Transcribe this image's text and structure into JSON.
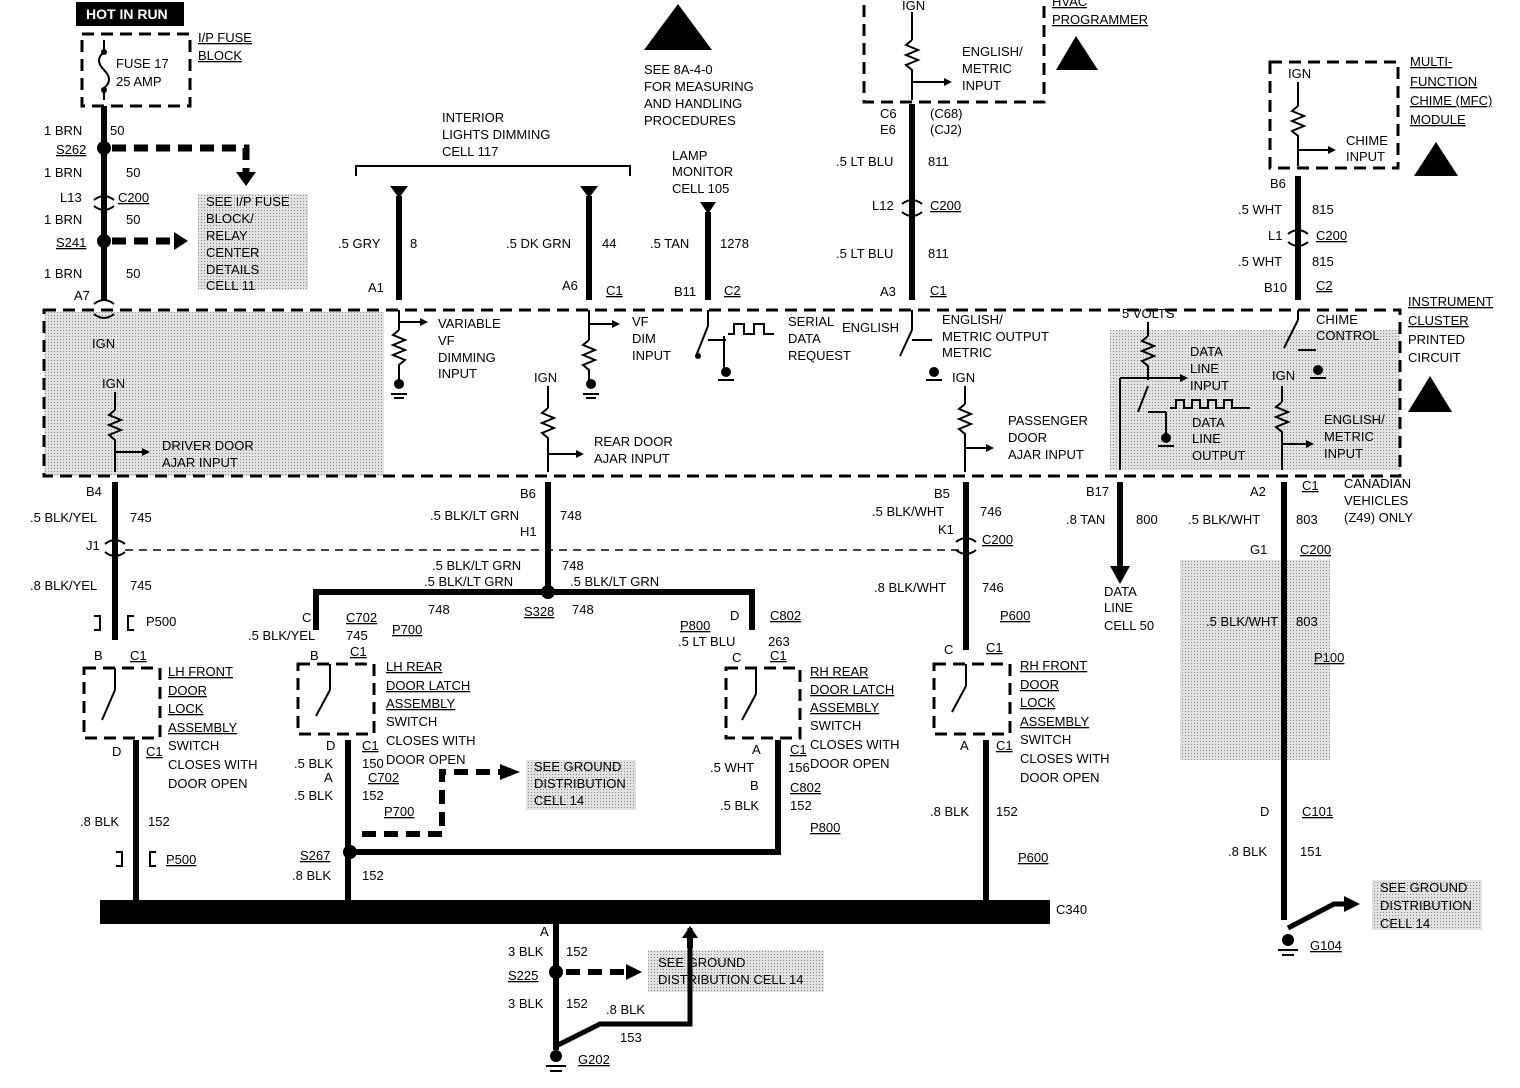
{
  "header": {
    "hot_in_run": "HOT IN RUN"
  },
  "fuse_block": {
    "title": "I/P FUSE BLOCK",
    "fuse": "FUSE 17",
    "rating": "25 AMP"
  },
  "left_feed": {
    "w1_size": "1 BRN",
    "w1_num": "50",
    "s262": "S262",
    "w2_size": "1 BRN",
    "w2_num": "50",
    "l13": "L13",
    "c200": "C200",
    "w3_size": "1 BRN",
    "w3_num": "50",
    "s241": "S241",
    "w4_size": "1 BRN",
    "w4_num": "50",
    "a7": "A7",
    "see_fuse": [
      "SEE I/P FUSE",
      "BLOCK/",
      "RELAY",
      "CENTER",
      "DETAILS",
      "CELL 11"
    ]
  },
  "dimming": {
    "title": [
      "INTERIOR",
      "LIGHTS DIMMING",
      "CELL 117"
    ],
    "w8": ".5 GRY",
    "w8_num": "8",
    "a1": "A1",
    "w44": ".5 DK GRN",
    "w44_num": "44",
    "a6": "A6",
    "c1": "C1"
  },
  "esd_note": [
    "SEE 8A-4-0",
    "FOR MEASURING",
    "AND HANDLING",
    "PROCEDURES"
  ],
  "lamp_monitor": {
    "title": [
      "LAMP",
      "MONITOR",
      "CELL 105"
    ],
    "wire": ".5 TAN",
    "num": "1278",
    "b11": "B11",
    "c2": "C2"
  },
  "hvac": {
    "title": [
      "HVAC",
      "PROGRAMMER"
    ],
    "ign": "IGN",
    "em": [
      "ENGLISH/",
      "METRIC",
      "INPUT"
    ],
    "c6": "C6",
    "e6": "E6",
    "c68": "(C68)",
    "cj2": "(CJ2)",
    "w1": ".5 LT BLU",
    "w1_num": "811",
    "l12": "L12",
    "c200": "C200",
    "w2": ".5 LT BLU",
    "w2_num": "811",
    "a3": "A3",
    "c1": "C1"
  },
  "mfc": {
    "title": [
      "MULTI-",
      "FUNCTION",
      "CHIME (MFC)",
      "MODULE"
    ],
    "ign": "IGN",
    "chime_input": [
      "CHIME",
      "INPUT"
    ],
    "b6": "B6",
    "w1": ".5 WHT",
    "w1_num": "815",
    "l1": "L1",
    "c200": "C200",
    "w2": ".5 WHT",
    "w2_num": "815",
    "b10": "B10",
    "c2": "C2"
  },
  "cluster": {
    "title": [
      "INSTRUMENT",
      "CLUSTER",
      "PRINTED",
      "CIRCUIT"
    ],
    "ign": "IGN",
    "variable_vf": [
      "VARIABLE",
      "VF",
      "DIMMING",
      "INPUT"
    ],
    "vf_dim": [
      "VF",
      "DIM",
      "INPUT"
    ],
    "serial": [
      "SERIAL",
      "DATA",
      "REQUEST"
    ],
    "english": "ENGLISH",
    "em_output": [
      "ENGLISH/",
      "METRIC OUTPUT"
    ],
    "metric": "METRIC",
    "five_volts": "5 VOLTS",
    "data_in": [
      "DATA",
      "LINE",
      "INPUT"
    ],
    "data_out": [
      "DATA",
      "LINE",
      "OUTPUT"
    ],
    "chime_control": [
      "CHIME",
      "CONTROL"
    ],
    "em_input": [
      "ENGLISH/",
      "METRIC",
      "INPUT"
    ],
    "driver_door": [
      "DRIVER DOOR",
      "AJAR INPUT"
    ],
    "rear_door": [
      "REAR DOOR",
      "AJAR INPUT"
    ],
    "pass_door": [
      "PASSENGER",
      "DOOR",
      "AJAR INPUT"
    ]
  },
  "canadian": [
    "CANADIAN",
    "VEHICLES",
    "(Z49) ONLY"
  ],
  "col_lh": {
    "b4": "B4",
    "w1": ".5 BLK/YEL",
    "n1": "745",
    "j1": "J1",
    "w2": ".8 BLK/YEL",
    "n2": "745",
    "p500": "P500",
    "b": "B",
    "c1": "C1",
    "switch": [
      "LH FRONT",
      "DOOR",
      "LOCK",
      "ASSEMBLY"
    ],
    "closes": [
      "SWITCH",
      "CLOSES WITH",
      "DOOR OPEN"
    ],
    "d": "D",
    "c1b": "C1",
    "w3": ".8 BLK",
    "n3": "152",
    "p500b": "P500"
  },
  "col_rear": {
    "b6": "B6",
    "w1": ".5 BLK/LT GRN",
    "n1": "748",
    "h1": "H1",
    "w2": ".5 BLK/LT GRN",
    "n2": "748",
    "wl": ".5 BLK/LT GRN",
    "wr": ".5 BLK/LT GRN",
    "s328": "S328",
    "n3": "748",
    "n4": "748",
    "p700": "P700",
    "p800": "P800"
  },
  "col_lhr": {
    "c": "C",
    "c702": "C702",
    "w1": ".5 BLK/YEL",
    "n1": "745",
    "b": "B",
    "c1": "C1",
    "switch": [
      "LH REAR",
      "DOOR LATCH",
      "ASSEMBLY"
    ],
    "closes": [
      "SWITCH",
      "CLOSES WITH",
      "DOOR OPEN"
    ],
    "d": "D",
    "c1b": "C1",
    "w2": ".5 BLK",
    "n2": "150",
    "a": "A",
    "c702b": "C702",
    "w3": ".5 BLK",
    "n3": "152",
    "p700": "P700",
    "s267": "S267",
    "w4": ".8 BLK",
    "n4": "152",
    "see_ground": [
      "SEE GROUND",
      "DISTRIBUTION",
      "CELL 14"
    ]
  },
  "col_rhr": {
    "d": "D",
    "c802": "C802",
    "w1": ".5 LT BLU",
    "n1": "263",
    "c": "C",
    "c1": "C1",
    "switch": [
      "RH REAR",
      "DOOR LATCH",
      "ASSEMBLY"
    ],
    "closes": [
      "SWITCH",
      "CLOSES WITH",
      "DOOR OPEN"
    ],
    "a": "A",
    "c1b": "C1",
    "w2": ".5 WHT",
    "n2": "156",
    "b": "B",
    "c802b": "C802",
    "w3": ".5 BLK",
    "n3": "152",
    "p800": "P800"
  },
  "col_rhf": {
    "b5": "B5",
    "w1": ".5 BLK/WHT",
    "n1": "746",
    "k1": "K1",
    "c200": "C200",
    "w2": ".8 BLK/WHT",
    "n2": "746",
    "p600": "P600",
    "c": "C",
    "c1": "C1",
    "switch": [
      "RH FRONT",
      "DOOR",
      "LOCK",
      "ASSEMBLY"
    ],
    "closes": [
      "SWITCH",
      "CLOSES WITH",
      "DOOR OPEN"
    ],
    "a": "A",
    "c1b": "C1",
    "w3": ".8 BLK",
    "n3": "152",
    "p600b": "P600"
  },
  "col_data": {
    "b17": "B17",
    "w": ".8 TAN",
    "n": "800",
    "dest": [
      "DATA",
      "LINE",
      "CELL 50"
    ]
  },
  "col_em": {
    "a2": "A2",
    "c1": "C1",
    "w1": ".5 BLK/WHT",
    "n1": "803",
    "g1": "G1",
    "c200": "C200",
    "w2": ".5 BLK/WHT",
    "n2": "803",
    "p100": "P100",
    "d": "D",
    "c101": "C101",
    "w3": ".8 BLK",
    "n3": "151",
    "g104": "G104",
    "see_ground": [
      "SEE GROUND",
      "DISTRIBUTION",
      "CELL 14"
    ]
  },
  "bottom": {
    "c340": "C340",
    "a": "A",
    "w1": "3 BLK",
    "n1": "152",
    "s225": "S225",
    "see_ground": [
      "SEE GROUND",
      "DISTRIBUTION CELL 14"
    ],
    "w2": "3 BLK",
    "n2": "152",
    "w3": ".8 BLK",
    "n3": "153",
    "g202": "G202"
  }
}
